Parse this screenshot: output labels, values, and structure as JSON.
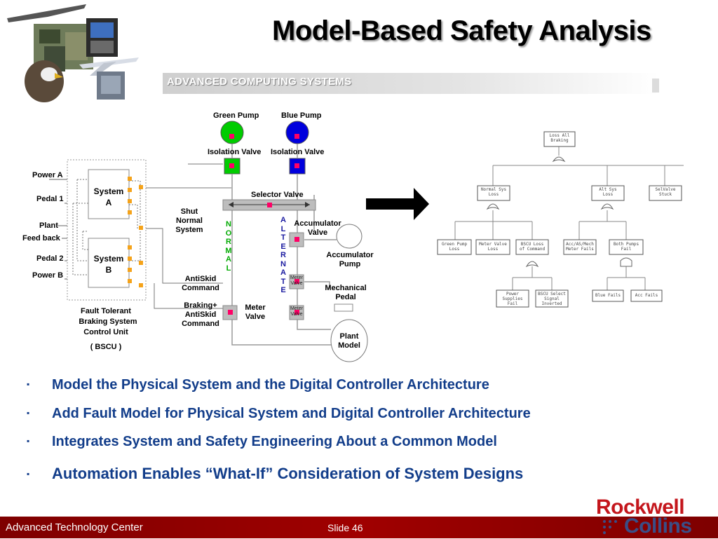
{
  "slide": {
    "title": "Model-Based Safety Analysis",
    "banner": "ADVANCED COMPUTING SYSTEMS",
    "footer_left": "Advanced Technology Center",
    "footer_slide": "Slide 46",
    "logo_line1": "Rockwell",
    "logo_line2": "Collins",
    "colors": {
      "bullet_text": "#123d8a",
      "footer": "#a00000",
      "logo_red": "#c4161c",
      "logo_blue": "#3a4e86"
    }
  },
  "system_diagram": {
    "green_pump": "Green Pump",
    "blue_pump": "Blue Pump",
    "isolation_valve_1": "Isolation Valve",
    "isolation_valve_2": "Isolation Valve",
    "power_a": "Power A",
    "pedal_1": "Pedal 1",
    "plant": "Plant",
    "feed_back": "Feed back",
    "pedal_2": "Pedal 2",
    "power_b": "Power B",
    "system_a_1": "System",
    "system_a_2": "A",
    "system_b_1": "System",
    "system_b_2": "B",
    "selector_valve": "Selector Valve",
    "shut_1": "Shut",
    "shut_2": "Normal",
    "shut_3": "System",
    "normal_letters": [
      "N",
      "O",
      "R",
      "M",
      "A",
      "L"
    ],
    "alternate_letters": [
      "A",
      "L",
      "T",
      "E",
      "R",
      "N",
      "A",
      "T",
      "E"
    ],
    "accumulator_valve_1": "Accumulator",
    "accumulator_valve_2": "Valve",
    "accumulator_pump_1": "Accumulator",
    "accumulator_pump_2": "Pump",
    "antiskid_1": "AntiSkid",
    "antiskid_2": "Command",
    "mechanical_pedal_1": "Mechanical",
    "mechanical_pedal_2": "Pedal",
    "braking_1": "Braking+",
    "braking_2": "AntiSkid",
    "braking_3": "Command",
    "meter_valve_1": "Meter",
    "meter_valve_2": "Valve",
    "meter_valve_small_a": "Meter",
    "meter_valve_small_b": "Valve",
    "meter_valve_small_c": "Meter",
    "meter_valve_small_d": "Valve",
    "plant_model_1": "Plant",
    "plant_model_2": "Model",
    "bscu_1": "Fault Tolerant",
    "bscu_2": "Braking System",
    "bscu_3": "Control Unit",
    "bscu_4": "( BSCU )",
    "colors": {
      "green_pump": "#00cc00",
      "blue_pump": "#0000dd",
      "marker": "#ff0066",
      "port": "#f5a31a",
      "normal": "#00aa00",
      "alternate": "#1a1aa0"
    }
  },
  "fault_tree": {
    "top": [
      "Loss All",
      "Braking"
    ],
    "normal_sys": [
      "Normal Sys",
      "Loss"
    ],
    "alt_sys": [
      "Alt Sys",
      "Loss"
    ],
    "selvalve": [
      "SelValve",
      "Stuck"
    ],
    "green_pump_loss": [
      "Green Pump",
      "Loss"
    ],
    "meter_valve_loss": [
      "Meter Valve",
      "Loss"
    ],
    "bscu_loss": [
      "BSCU Loss",
      "of Command"
    ],
    "acc_meter": [
      "Acc/AS/Mech",
      "Meter Fails"
    ],
    "both_pumps": [
      "Both Pumps",
      "Fail"
    ],
    "power_supplies": [
      "Power",
      "Supplies",
      "Fail"
    ],
    "bscu_select": [
      "BSCU Select",
      "Signal",
      "Inverted"
    ],
    "blue_fails": [
      "Blue Fails"
    ],
    "acc_fails": [
      "Acc Fails"
    ]
  },
  "bullets": [
    "Model the Physical System and the Digital Controller Architecture",
    "Add Fault Model for Physical System and Digital Controller Architecture",
    "Integrates System and Safety Engineering About a Common Model",
    "Automation Enables “What-If” Consideration of System Designs"
  ],
  "bullet_marker": "▪"
}
